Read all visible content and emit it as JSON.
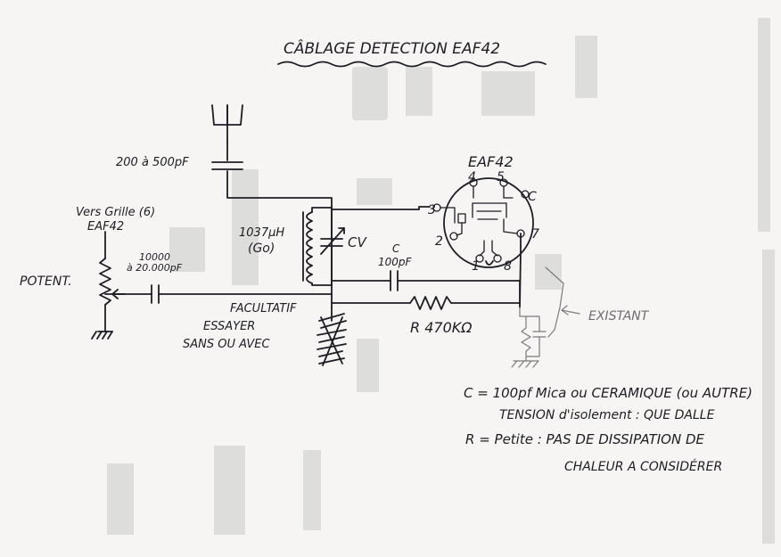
{
  "title": "CÂBLAGE DETECTION   EAF42",
  "labels": {
    "cap_input": "200 à 500pF",
    "grid_line1": "Vers Grille (6)",
    "grid_line2": "EAF42",
    "potentiometer": "POTENT.",
    "cap_coupling_line1": "10000",
    "cap_coupling_line2": "à 20.000pF",
    "coil_value": "1037µH",
    "coil_band": "(Go)",
    "variable_cap": "CV",
    "cap_c_name": "C",
    "cap_c_value": "100pF",
    "optional_line1": "FACULTATIF",
    "optional_line2": "ESSAYER",
    "optional_line3": "SANS OU AVEC",
    "resistor": "R 470KΩ",
    "existing": "EXISTANT",
    "tube_name": "EAF42",
    "pin_4": "4",
    "pin_5": "5",
    "pin_c": "C",
    "pin_3": "3",
    "pin_2": "2",
    "pin_7": "7",
    "pin_1": "1",
    "pin_8": "8"
  },
  "notes": {
    "c_line1": "C = 100pf Mica ou CERAMIQUE (ou AUTRE)",
    "c_line2": "TENSION d'isolement : QUE DALLE",
    "r_line1": "R = Petite : PAS DE DISSIPATION DE",
    "r_line2": "CHALEUR A CONSIDÉRER"
  }
}
